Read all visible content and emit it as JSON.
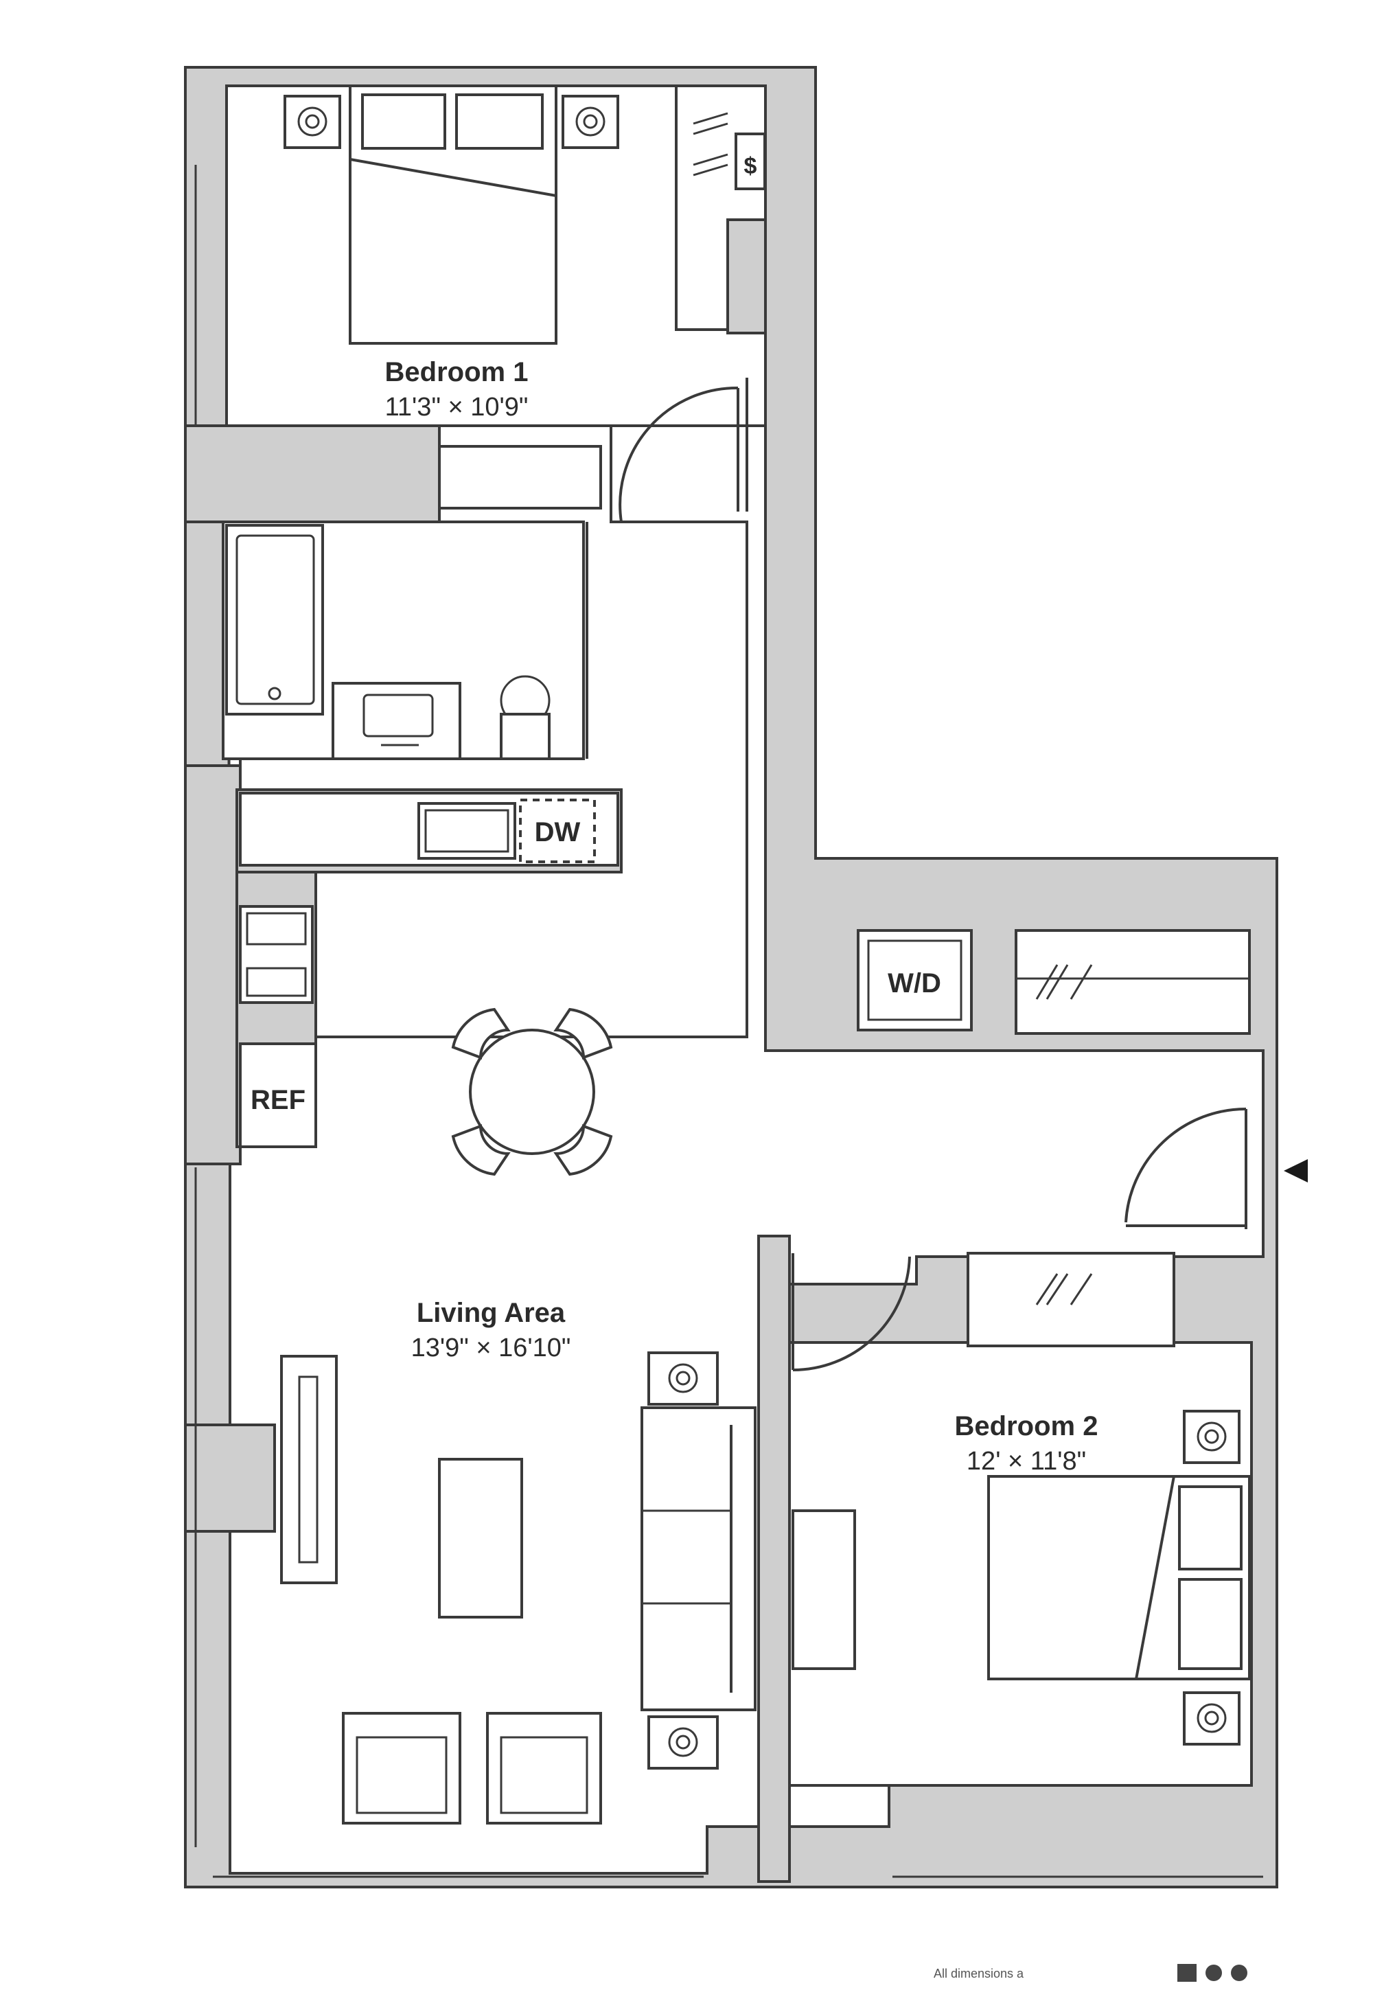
{
  "rooms": {
    "bedroom1": {
      "name": "Bedroom 1",
      "dims": "11'3\" × 10'9\""
    },
    "living": {
      "name": "Living Area",
      "dims": "13'9\" × 16'10\""
    },
    "bedroom2": {
      "name": "Bedroom 2",
      "dims": "12' × 11'8\""
    }
  },
  "appliances": {
    "dishwasher": "DW",
    "washer_dryer": "W/D",
    "refrigerator": "REF",
    "safe": "$"
  },
  "footer": {
    "note": "All dimensions a"
  },
  "colors": {
    "wall": "#cfcfcf",
    "line": "#3a3a3a",
    "floor": "#ffffff"
  }
}
